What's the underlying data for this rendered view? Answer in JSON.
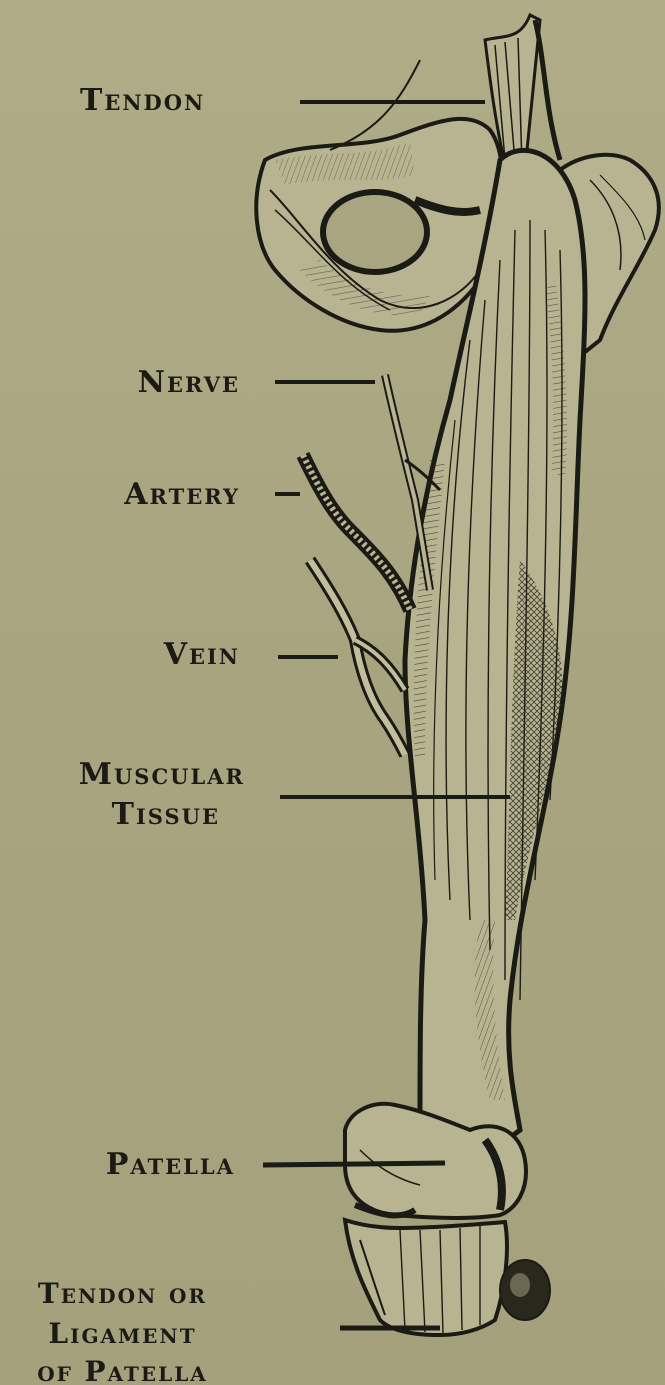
{
  "labels": {
    "tendon": "Tendon",
    "nerve": "Nerve",
    "artery": "Artery",
    "vein": "Vein",
    "muscular_line1": "Muscular",
    "muscular_line2": "Tissue",
    "patella": "Patella",
    "ligament_line1": "Tendon or",
    "ligament_line2": "Ligament",
    "ligament_line3": "of Patella"
  },
  "colors": {
    "paper": "#a9a581",
    "ink": "#1c1a14"
  }
}
